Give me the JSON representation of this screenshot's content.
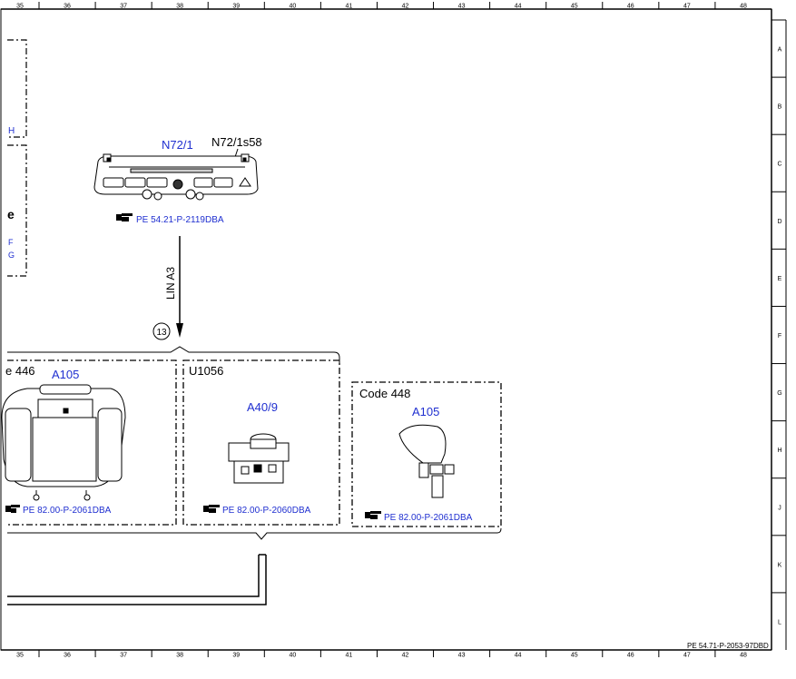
{
  "grid": {
    "columns": [
      "35",
      "36",
      "37",
      "38",
      "39",
      "40",
      "41",
      "42",
      "43",
      "44",
      "45",
      "46",
      "47",
      "48"
    ],
    "rows": [
      "A",
      "B",
      "C",
      "D",
      "E",
      "F",
      "G",
      "H",
      "J",
      "K",
      "L"
    ]
  },
  "colors": {
    "link": "#1f2fd0",
    "line": "#000000",
    "background": "#ffffff"
  },
  "left_box": {
    "fragments": [
      "H",
      "e",
      "F",
      "G"
    ]
  },
  "top_component": {
    "name": "N72/1",
    "sub_name": "N72/1s58",
    "ref_icon": "pointing-hand-icon",
    "ref": "PE 54.21-P-2119DBA"
  },
  "bus": {
    "label": "LIN A3",
    "node": "13"
  },
  "groups": [
    {
      "code": "e 446",
      "component": "A105",
      "ref": "PE 82.00-P-2061DBA"
    },
    {
      "code": "U1056",
      "component": "A40/9",
      "ref": "PE 82.00-P-2060DBA"
    },
    {
      "code": "Code 448",
      "component": "A105",
      "ref": "PE 82.00-P-2061DBA"
    }
  ],
  "footer_ref": "PE 54.71-P-2053-97DBD"
}
